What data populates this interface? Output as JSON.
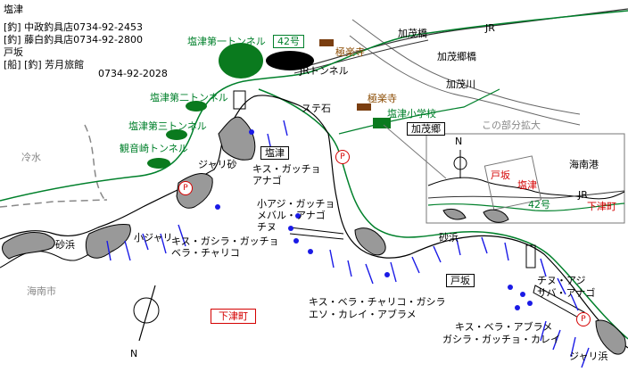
{
  "info": {
    "line1": "塩津",
    "line2": "[釣] 中政釣具店0734-92-2453",
    "line3": "[釣] 藤白釣具店0734-92-2800",
    "line4": "戸坂",
    "line5": "[船] [釣] 芳月旅館",
    "line6": "0734-92-2028"
  },
  "tunnels": {
    "t1": "塩津第一トンネル",
    "t2": "塩津第二トンネル",
    "t3": "塩津第三トンネル",
    "t4": "観音崎トンネル",
    "jr": "JRトンネル"
  },
  "roads": {
    "route42": "42号",
    "jr": "JR",
    "kamobashi": "加茂橋",
    "kamogobashi": "加茂郷橋",
    "kamogawa": "加茂川"
  },
  "places": {
    "gokurakuji1": "極楽寺",
    "gokurakuji2": "極楽寺",
    "school": "塩津小学校",
    "kamogo": "加茂郷",
    "reisui": "冷水",
    "kainan_city": "海南市",
    "shiotsu": "塩津",
    "tosaka": "戸坂",
    "shimotsu": "下津町",
    "suteishi": "ステ石",
    "sunahama1": "砂浜",
    "sunahama2": "砂浜",
    "kojari": "小ジャリ",
    "jari1": "ジャリ砂",
    "jari2": "ジャリ浜"
  },
  "fish": {
    "f1a": "キス・ガッチョ",
    "f1b": "アナゴ",
    "f2a": "小アジ・ガッチョ",
    "f2b": "メバル・アナゴ",
    "f2c": "チヌ",
    "f3a": "キス・ガシラ・ガッチョ",
    "f3b": "ベラ・チャリコ",
    "f4a": "キス・ベラ・チャリコ・ガシラ",
    "f4b": "エソ・カレイ・アブラメ",
    "f5a": "チヌ・アジ",
    "f5b": "サバ・アナゴ",
    "f6a": "キス・ベラ・アブラメ",
    "f6b": "ガシラ・ガッチョ・カレイ"
  },
  "inset": {
    "title": "この部分拡大",
    "tosaka": "戸坂",
    "shiotsu": "塩津",
    "kainan_port": "海南港",
    "jr": "JR",
    "route42": "42号",
    "shimotsu": "下津町",
    "north": "N"
  },
  "parking": "P",
  "north": "N",
  "colors": {
    "road": "#00802b",
    "tunnel": "#0a7a1e",
    "jr_tunnel": "#000000",
    "temple": "#7a3e10",
    "school": "#0a7a1e",
    "fish_mark": "#1a1ae6",
    "label_red": "#d40000",
    "rock": "#999999"
  }
}
